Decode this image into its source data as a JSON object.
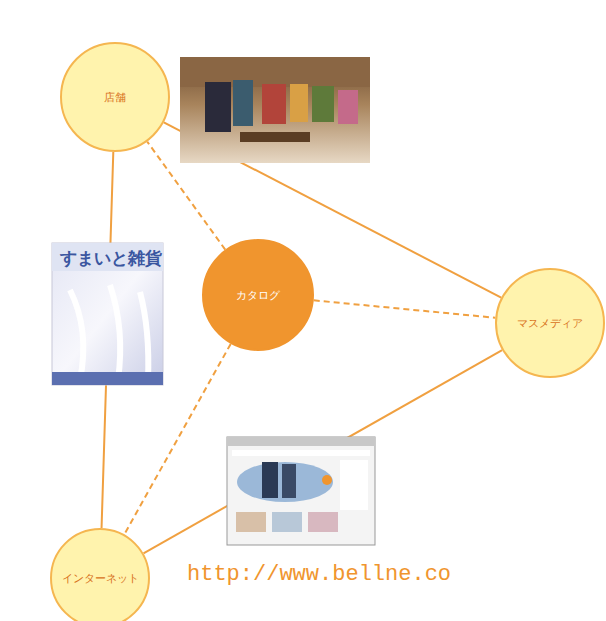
{
  "diagram": {
    "nodes": [
      {
        "text": [
          "店舗"
        ]
      },
      {
        "text": [
          "カタログ"
        ]
      },
      {
        "text": [
          "マスメディア"
        ]
      },
      {
        "text": [
          "インターネット"
        ]
      }
    ],
    "edges": [
      {
        "from": 0,
        "to": 2,
        "arrow": "none"
      },
      {
        "from": 0,
        "to": 3,
        "arrow": "none"
      },
      {
        "from": 3,
        "to": 2,
        "arrow": "none"
      },
      {
        "from": 1,
        "to": 0,
        "arrow": "none"
      },
      {
        "from": 1,
        "to": 2,
        "arrow": "none"
      },
      {
        "from": 1,
        "to": 3,
        "arrow": "none"
      }
    ],
    "labels": [
      "すまいと雑貨",
      "http://www.bellne.co"
    ]
  }
}
